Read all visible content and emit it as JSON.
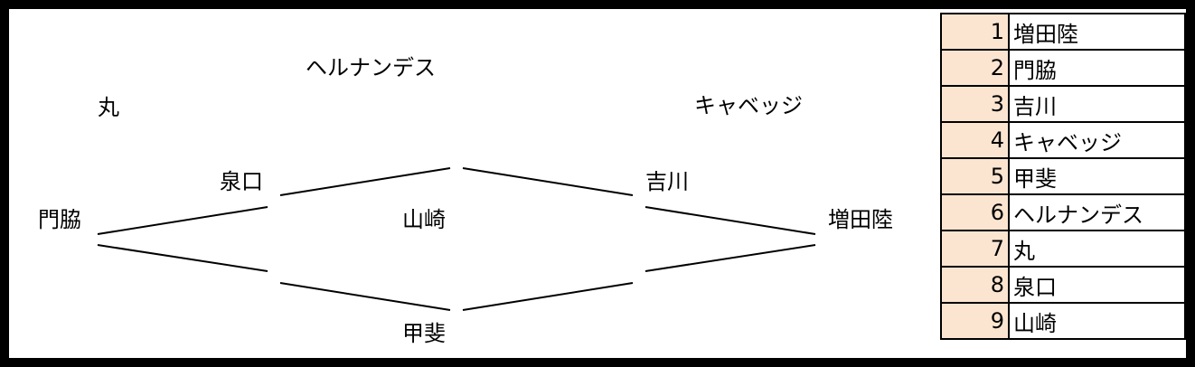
{
  "diagram": {
    "nodes": {
      "maru": "丸",
      "hernandez": "ヘルナンデス",
      "cabbage": "キャベッジ",
      "kadowaki": "門脇",
      "izumiguchi": "泉口",
      "yamasaki": "山崎",
      "yoshikawa": "吉川",
      "masudariku": "増田陸",
      "kai": "甲斐"
    },
    "line_color": "#000000"
  },
  "ranking": {
    "rows": [
      {
        "rank": "1",
        "name": "増田陸"
      },
      {
        "rank": "2",
        "name": "門脇"
      },
      {
        "rank": "3",
        "name": "吉川"
      },
      {
        "rank": "4",
        "name": "キャベッジ"
      },
      {
        "rank": "5",
        "name": "甲斐"
      },
      {
        "rank": "6",
        "name": "ヘルナンデス"
      },
      {
        "rank": "7",
        "name": "丸"
      },
      {
        "rank": "8",
        "name": "泉口"
      },
      {
        "rank": "9",
        "name": "山崎"
      }
    ],
    "rank_cell_color": "#fbe5d1"
  }
}
